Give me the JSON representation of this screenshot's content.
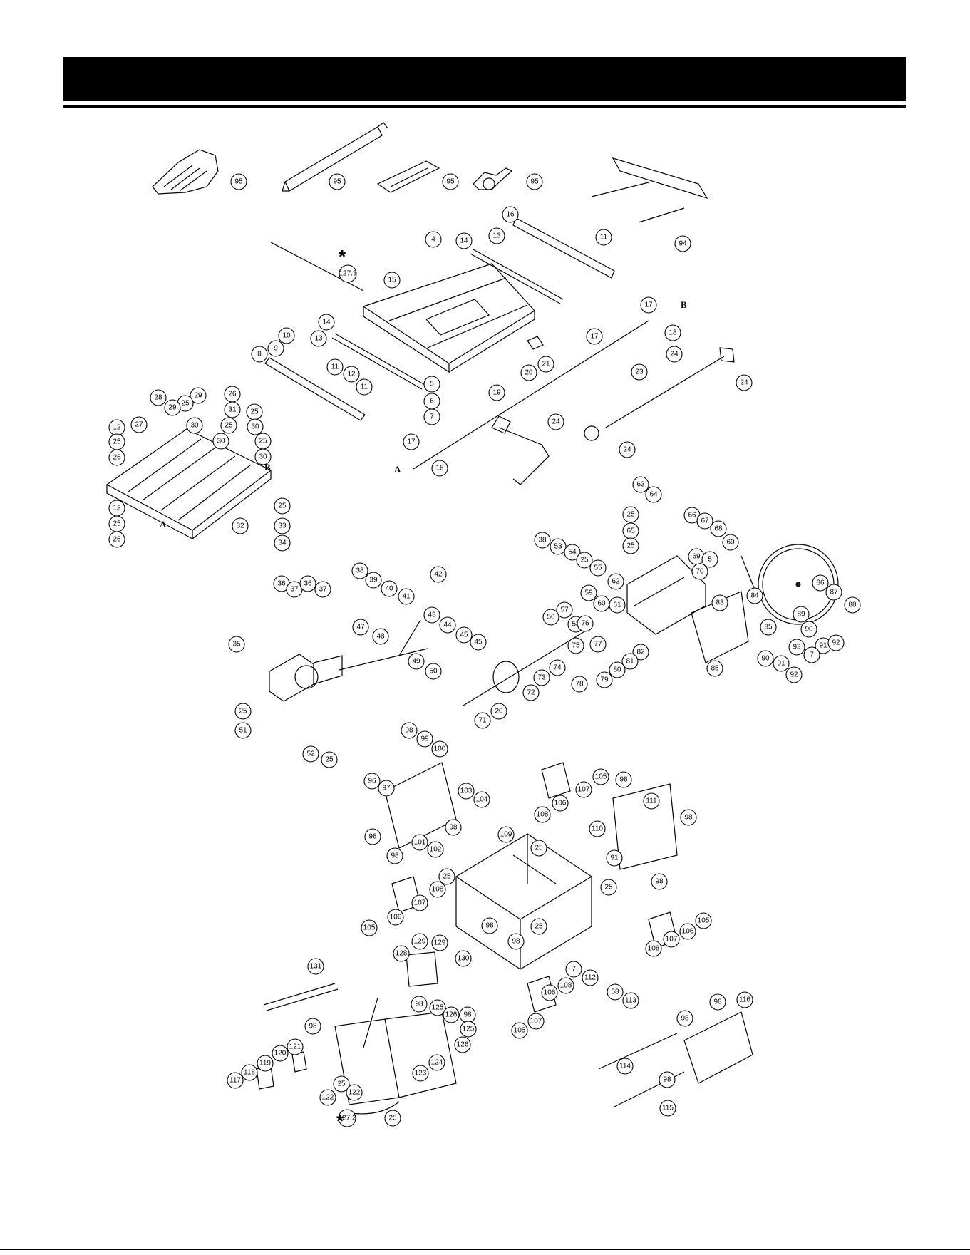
{
  "header": {
    "title": ""
  },
  "diagram": {
    "parts": [
      [
        "95",
        335,
        255
      ],
      [
        "95",
        473,
        255
      ],
      [
        "95",
        632,
        255
      ],
      [
        "95",
        750,
        255
      ],
      [
        "94",
        958,
        342
      ],
      [
        "16",
        716,
        301
      ],
      [
        "11",
        847,
        333
      ],
      [
        "4",
        608,
        336
      ],
      [
        "14",
        651,
        338
      ],
      [
        "13",
        697,
        331
      ],
      [
        "127.3",
        488,
        384
      ],
      [
        "15",
        550,
        393
      ],
      [
        "17",
        910,
        428
      ],
      [
        "18",
        944,
        467
      ],
      [
        "17",
        834,
        472
      ],
      [
        "14",
        458,
        452
      ],
      [
        "13",
        447,
        475
      ],
      [
        "10",
        402,
        471
      ],
      [
        "9",
        387,
        489
      ],
      [
        "8",
        364,
        497
      ],
      [
        "21",
        766,
        511
      ],
      [
        "20",
        742,
        523
      ],
      [
        "24",
        946,
        497
      ],
      [
        "24",
        1044,
        537
      ],
      [
        "23",
        897,
        522
      ],
      [
        "11",
        470,
        515
      ],
      [
        "12",
        493,
        525
      ],
      [
        "11",
        511,
        543
      ],
      [
        "5",
        606,
        539
      ],
      [
        "6",
        606,
        563
      ],
      [
        "7",
        606,
        585
      ],
      [
        "19",
        697,
        551
      ],
      [
        "28",
        222,
        558
      ],
      [
        "29",
        278,
        555
      ],
      [
        "26",
        326,
        553
      ],
      [
        "25",
        260,
        566
      ],
      [
        "29",
        242,
        572
      ],
      [
        "31",
        326,
        575
      ],
      [
        "30",
        273,
        597
      ],
      [
        "25",
        357,
        578
      ],
      [
        "27",
        195,
        596
      ],
      [
        "12",
        164,
        600
      ],
      [
        "25",
        164,
        620
      ],
      [
        "30",
        358,
        599
      ],
      [
        "25",
        321,
        597
      ],
      [
        "30",
        310,
        619
      ],
      [
        "25",
        369,
        619
      ],
      [
        "26",
        164,
        642
      ],
      [
        "30",
        369,
        641
      ],
      [
        "24",
        780,
        592
      ],
      [
        "24",
        880,
        631
      ],
      [
        "17",
        577,
        620
      ],
      [
        "18",
        617,
        657
      ],
      [
        "25",
        396,
        710
      ],
      [
        "12",
        164,
        713
      ],
      [
        "25",
        164,
        735
      ],
      [
        "26",
        164,
        757
      ],
      [
        "32",
        337,
        738
      ],
      [
        "33",
        396,
        738
      ],
      [
        "34",
        396,
        762
      ],
      [
        "63",
        899,
        680
      ],
      [
        "64",
        917,
        694
      ],
      [
        "25",
        885,
        722
      ],
      [
        "66",
        971,
        723
      ],
      [
        "67",
        989,
        731
      ],
      [
        "65",
        885,
        745
      ],
      [
        "68",
        1008,
        742
      ],
      [
        "25",
        885,
        766
      ],
      [
        "69",
        1025,
        761
      ],
      [
        "69",
        977,
        781
      ],
      [
        "5",
        996,
        785
      ],
      [
        "70",
        982,
        802
      ],
      [
        "38",
        761,
        758
      ],
      [
        "53",
        783,
        767
      ],
      [
        "54",
        803,
        775
      ],
      [
        "55",
        839,
        797
      ],
      [
        "25",
        820,
        786
      ],
      [
        "38",
        505,
        801
      ],
      [
        "39",
        524,
        814
      ],
      [
        "42",
        615,
        806
      ],
      [
        "36",
        395,
        819
      ],
      [
        "37",
        413,
        827
      ],
      [
        "36",
        432,
        819
      ],
      [
        "37",
        453,
        827
      ],
      [
        "40",
        546,
        826
      ],
      [
        "41",
        570,
        837
      ],
      [
        "62",
        864,
        816
      ],
      [
        "59",
        826,
        832
      ],
      [
        "60",
        844,
        847
      ],
      [
        "61",
        866,
        849
      ],
      [
        "86",
        1151,
        818
      ],
      [
        "87",
        1170,
        831
      ],
      [
        "88",
        1196,
        849
      ],
      [
        "83",
        1010,
        846
      ],
      [
        "84",
        1059,
        836
      ],
      [
        "58",
        808,
        876
      ],
      [
        "57",
        792,
        856
      ],
      [
        "56",
        773,
        866
      ],
      [
        "76",
        821,
        875
      ],
      [
        "43",
        606,
        863
      ],
      [
        "89",
        1124,
        862
      ],
      [
        "85",
        1078,
        880
      ],
      [
        "90",
        1135,
        883
      ],
      [
        "91",
        1155,
        906
      ],
      [
        "92",
        1173,
        902
      ],
      [
        "44",
        628,
        877
      ],
      [
        "47",
        506,
        880
      ],
      [
        "48",
        534,
        893
      ],
      [
        "45",
        651,
        891
      ],
      [
        "45",
        671,
        901
      ],
      [
        "93",
        1118,
        908
      ],
      [
        "7",
        1139,
        919
      ],
      [
        "75",
        808,
        906
      ],
      [
        "77",
        839,
        904
      ],
      [
        "82",
        899,
        915
      ],
      [
        "35",
        332,
        904
      ],
      [
        "49",
        584,
        928
      ],
      [
        "74",
        782,
        937
      ],
      [
        "81",
        884,
        928
      ],
      [
        "80",
        866,
        940
      ],
      [
        "90",
        1074,
        924
      ],
      [
        "91",
        1096,
        931
      ],
      [
        "85",
        1003,
        938
      ],
      [
        "92",
        1114,
        947
      ],
      [
        "50",
        608,
        942
      ],
      [
        "73",
        760,
        951
      ],
      [
        "79",
        848,
        954
      ],
      [
        "78",
        813,
        960
      ],
      [
        "72",
        745,
        972
      ],
      [
        "20",
        700,
        998
      ],
      [
        "71",
        677,
        1011
      ],
      [
        "25",
        341,
        998
      ],
      [
        "51",
        341,
        1025
      ],
      [
        "52",
        436,
        1058
      ],
      [
        "25",
        462,
        1066
      ],
      [
        "98",
        574,
        1025
      ],
      [
        "99",
        596,
        1037
      ],
      [
        "100",
        617,
        1051
      ],
      [
        "105",
        843,
        1090
      ],
      [
        "96",
        522,
        1096
      ],
      [
        "97",
        542,
        1106
      ],
      [
        "107",
        819,
        1108
      ],
      [
        "98",
        875,
        1094
      ],
      [
        "103",
        654,
        1110
      ],
      [
        "106",
        786,
        1127
      ],
      [
        "104",
        676,
        1122
      ],
      [
        "111",
        914,
        1124
      ],
      [
        "108",
        761,
        1143
      ],
      [
        "98",
        966,
        1147
      ],
      [
        "98",
        636,
        1161
      ],
      [
        "110",
        838,
        1163
      ],
      [
        "109",
        710,
        1171
      ],
      [
        "98",
        523,
        1174
      ],
      [
        "101",
        589,
        1182
      ],
      [
        "102",
        611,
        1192
      ],
      [
        "25",
        756,
        1190
      ],
      [
        "91",
        862,
        1204
      ],
      [
        "98",
        554,
        1201
      ],
      [
        "98",
        925,
        1237
      ],
      [
        "25",
        627,
        1230
      ],
      [
        "108",
        614,
        1248
      ],
      [
        "25",
        854,
        1245
      ],
      [
        "107",
        589,
        1267
      ],
      [
        "106",
        555,
        1287
      ],
      [
        "105",
        518,
        1302
      ],
      [
        "105",
        987,
        1292
      ],
      [
        "106",
        965,
        1307
      ],
      [
        "98",
        687,
        1299
      ],
      [
        "25",
        756,
        1300
      ],
      [
        "107",
        942,
        1318
      ],
      [
        "129",
        589,
        1321
      ],
      [
        "129",
        617,
        1323
      ],
      [
        "98",
        724,
        1321
      ],
      [
        "108",
        917,
        1331
      ],
      [
        "128",
        563,
        1338
      ],
      [
        "130",
        650,
        1345
      ],
      [
        "131",
        443,
        1356
      ],
      [
        "7",
        805,
        1360
      ],
      [
        "112",
        828,
        1372
      ],
      [
        "58",
        863,
        1392
      ],
      [
        "113",
        885,
        1404
      ],
      [
        "108",
        794,
        1383
      ],
      [
        "106",
        771,
        1393
      ],
      [
        "98",
        588,
        1409
      ],
      [
        "125",
        614,
        1414
      ],
      [
        "126",
        633,
        1424
      ],
      [
        "98",
        656,
        1424
      ],
      [
        "116",
        1045,
        1403
      ],
      [
        "98",
        1007,
        1406
      ],
      [
        "125",
        657,
        1444
      ],
      [
        "98",
        439,
        1440
      ],
      [
        "98",
        961,
        1429
      ],
      [
        "126",
        649,
        1466
      ],
      [
        "107",
        752,
        1433
      ],
      [
        "105",
        729,
        1446
      ],
      [
        "121",
        414,
        1469
      ],
      [
        "120",
        393,
        1478
      ],
      [
        "119",
        372,
        1492
      ],
      [
        "124",
        613,
        1491
      ],
      [
        "114",
        877,
        1496
      ],
      [
        "118",
        350,
        1505
      ],
      [
        "123",
        590,
        1506
      ],
      [
        "117",
        330,
        1516
      ],
      [
        "25",
        479,
        1521
      ],
      [
        "122",
        497,
        1533
      ],
      [
        "122",
        460,
        1540
      ],
      [
        "98",
        936,
        1515
      ],
      [
        "127.2",
        487,
        1569
      ],
      [
        "25",
        551,
        1569
      ],
      [
        "115",
        937,
        1555
      ]
    ],
    "letters": [
      [
        "B",
        955,
        432
      ],
      [
        "B",
        371,
        660
      ],
      [
        "A",
        553,
        663
      ],
      [
        "A",
        224,
        740
      ]
    ],
    "stars": [
      [
        "*",
        475,
        369
      ],
      [
        "*",
        472,
        1582
      ]
    ]
  }
}
